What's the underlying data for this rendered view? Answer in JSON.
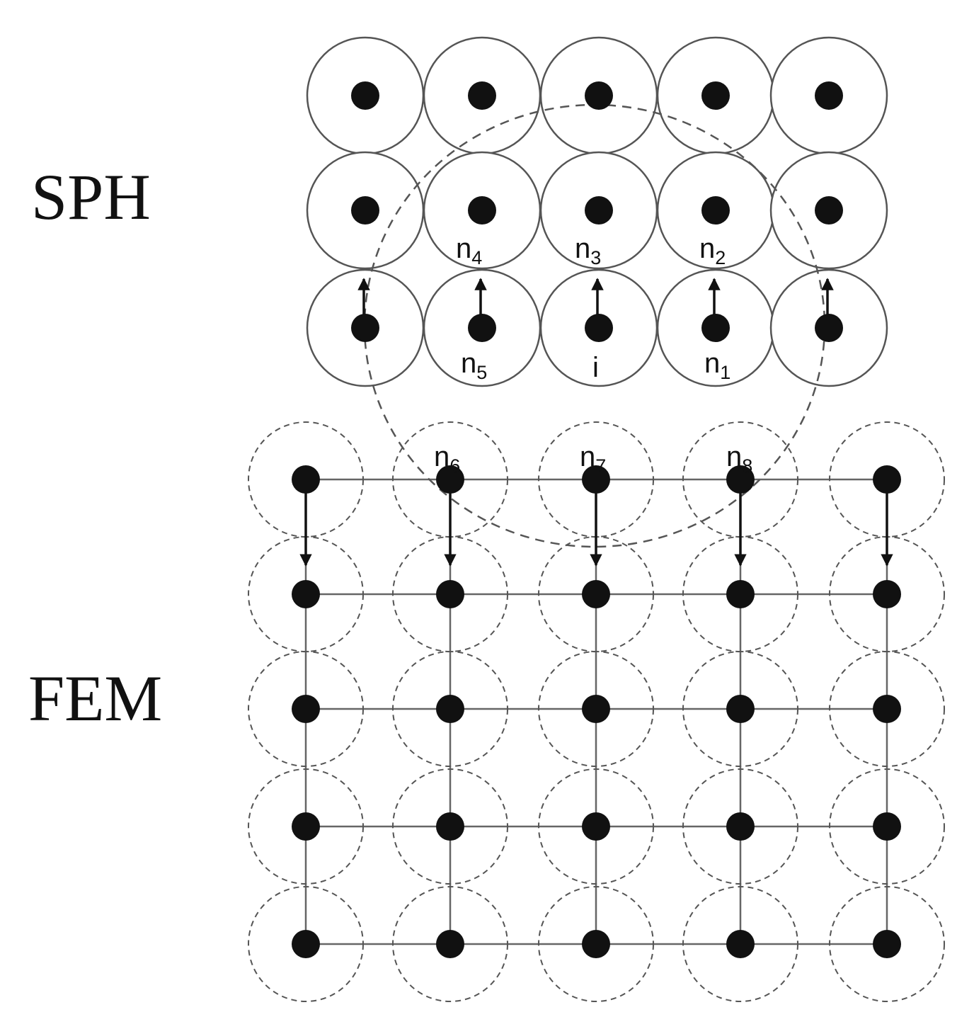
{
  "labels": {
    "sph": "SPH",
    "fem": "FEM"
  },
  "sph_nodes": [
    {
      "base": "n",
      "sub": "4"
    },
    {
      "base": "n",
      "sub": "3"
    },
    {
      "base": "n",
      "sub": "2"
    },
    {
      "base": "n",
      "sub": "5"
    },
    {
      "base": "i",
      "sub": ""
    },
    {
      "base": "n",
      "sub": "1"
    }
  ],
  "fem_nodes": [
    {
      "base": "n",
      "sub": "6"
    },
    {
      "base": "n",
      "sub": "7"
    },
    {
      "base": "n",
      "sub": "8"
    }
  ],
  "grids": {
    "sph_particle_grid": {
      "rows": 3,
      "cols": 5
    },
    "fem_node_grid": {
      "rows": 5,
      "cols": 5
    }
  },
  "colors": {
    "ink": "#111111",
    "circle_stroke": "#555555",
    "dashed_stroke": "#555555",
    "mesh_line": "#666666"
  }
}
